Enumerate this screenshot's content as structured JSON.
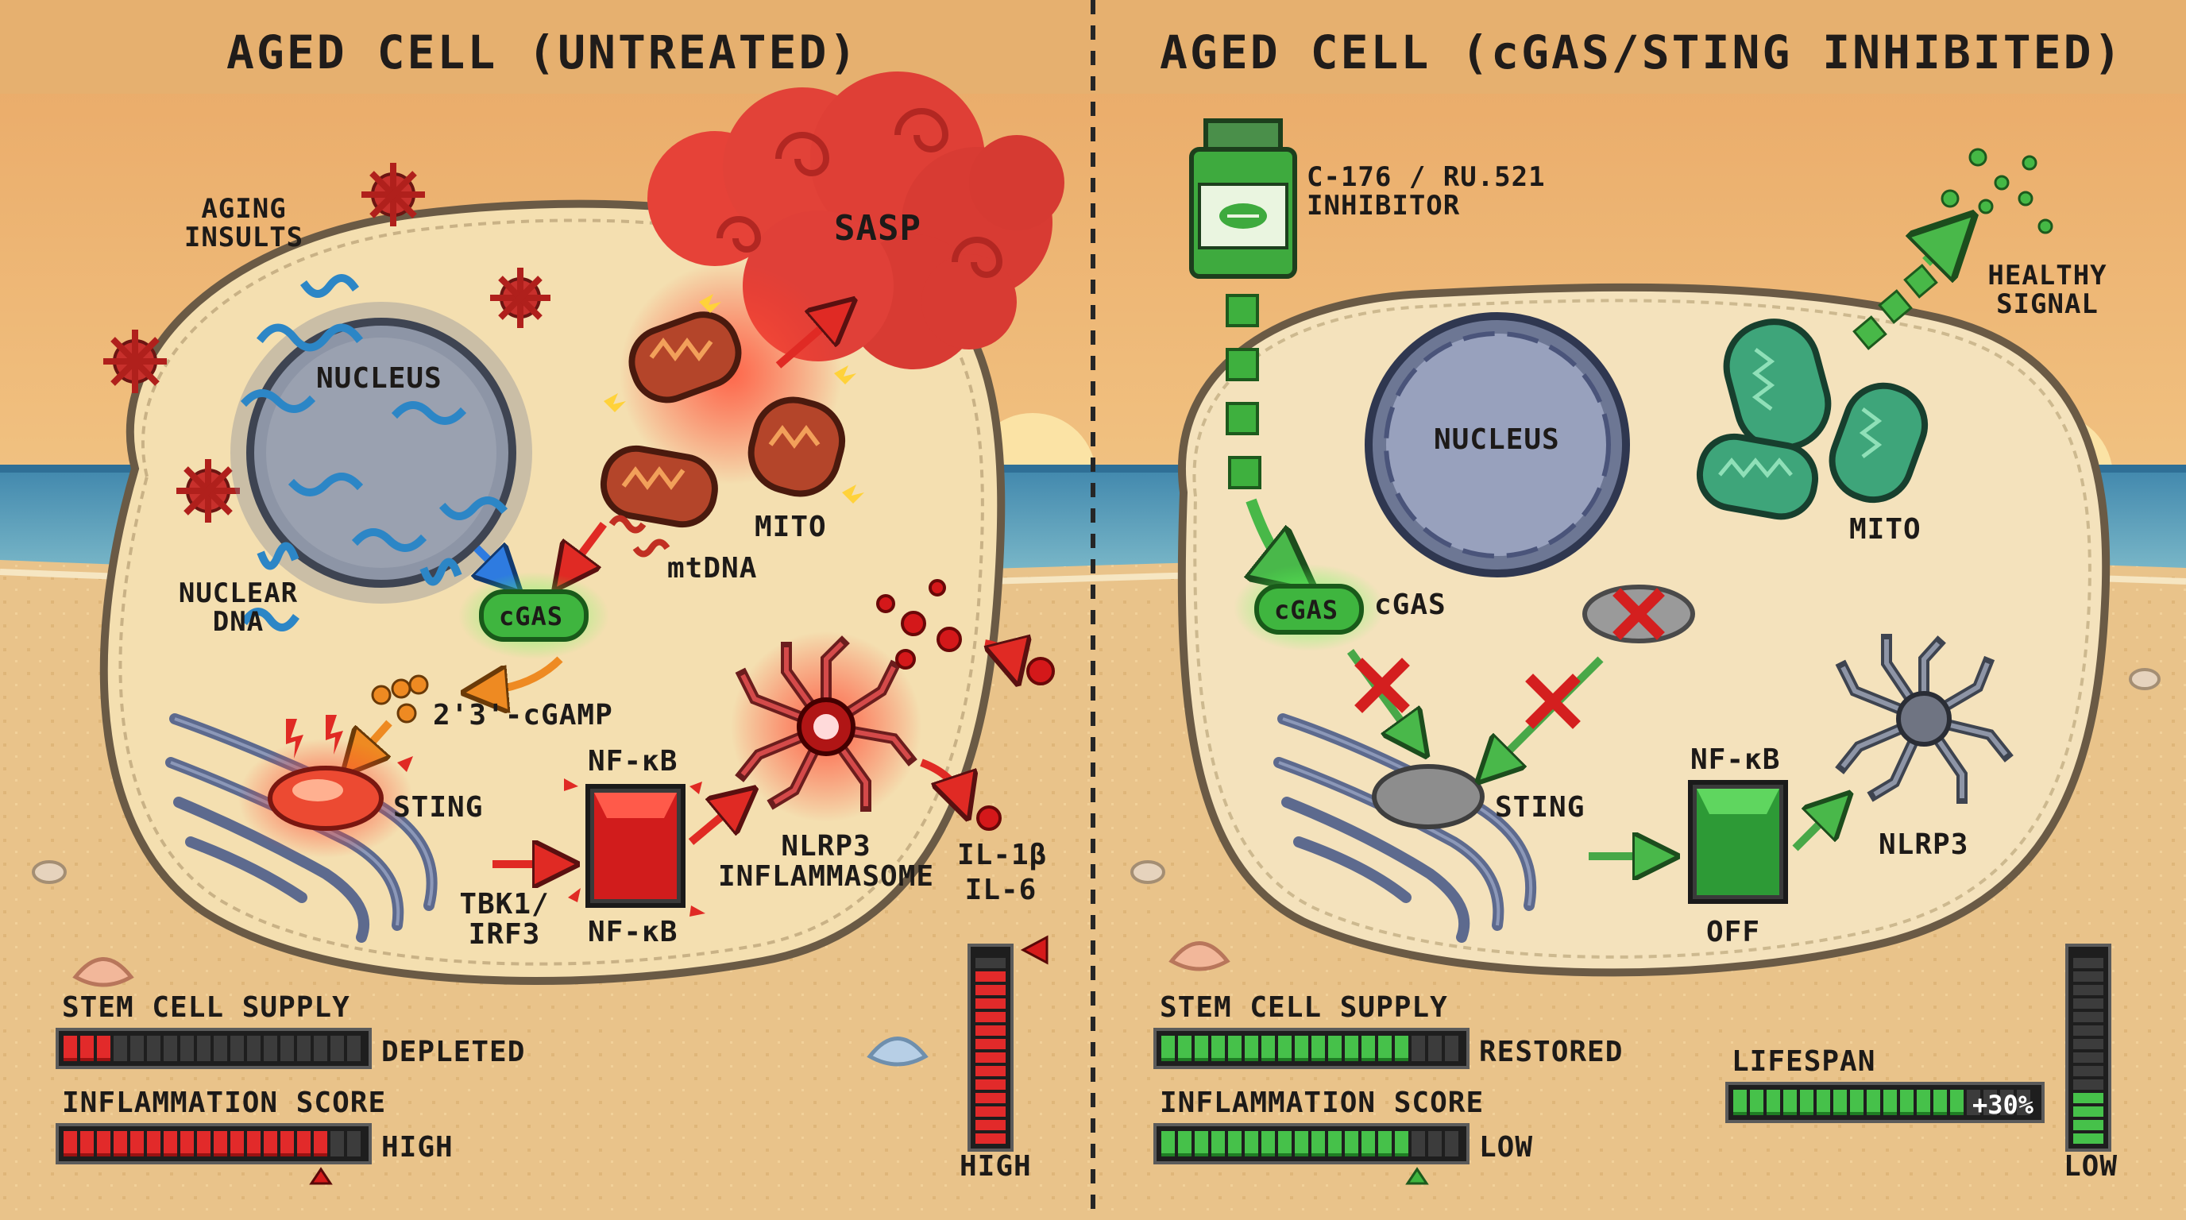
{
  "left_panel": {
    "title": "AGED CELL (UNTREATED)",
    "labels": {
      "aging_insults_1": "AGING",
      "aging_insults_2": "INSULTS",
      "nucleus": "NUCLEUS",
      "nuclear_dna_1": "NUCLEAR",
      "nuclear_dna_2": "DNA",
      "sasp": "SASP",
      "mito": "MITO",
      "mtdna": "mtDNA",
      "cgas": "cGAS",
      "cgamp": "2'3'-cGAMP",
      "sting": "STING",
      "nfkb_top": "NF-κB",
      "nfkb_bottom": "NF-κB",
      "tbk1_1": "TBK1/",
      "tbk1_2": "IRF3",
      "nlrp3_1": "NLRP3",
      "nlrp3_2": "INFLAMMASOME",
      "il1b": "IL-1β",
      "il6": "IL-6"
    },
    "stem_cell_supply": {
      "label": "STEM CELL SUPPLY",
      "status": "DEPLETED",
      "level": 0.15
    },
    "inflammation_score": {
      "label": "INFLAMMATION SCORE",
      "status": "HIGH",
      "level": 0.9
    },
    "vertical_meter": {
      "label": "HIGH",
      "level": 0.95
    }
  },
  "right_panel": {
    "title": "AGED CELL (cGAS/STING INHIBITED)",
    "labels": {
      "inhibitor_1": "C-176 / RU.521",
      "inhibitor_2": "INHIBITOR",
      "healthy_1": "HEALTHY",
      "healthy_2": "SIGNAL",
      "nucleus": "NUCLEUS",
      "mito": "MITO",
      "cgas_in": "cGAS",
      "cgas_side": "cGAS",
      "sting": "STING",
      "nfkb": "NF-κB",
      "off": "OFF",
      "nlrp3": "NLRP3"
    },
    "stem_cell_supply": {
      "label": "STEM CELL SUPPLY",
      "status": "RESTORED",
      "level": 0.85
    },
    "inflammation_score": {
      "label": "INFLAMMATION SCORE",
      "status": "LOW",
      "level": 0.85
    },
    "lifespan": {
      "label": "LIFESPAN",
      "value": "+30%",
      "level": 0.75
    },
    "vertical_meter": {
      "label": "LOW",
      "level": 0.3
    }
  },
  "colors": {
    "sand": "#e9c38a",
    "sky": "#f2c98a",
    "sea": "#4c8fb3",
    "cell_fill": "#f4dfb0",
    "alarm_red": "#e22a2a",
    "ok_green": "#46c14a"
  }
}
